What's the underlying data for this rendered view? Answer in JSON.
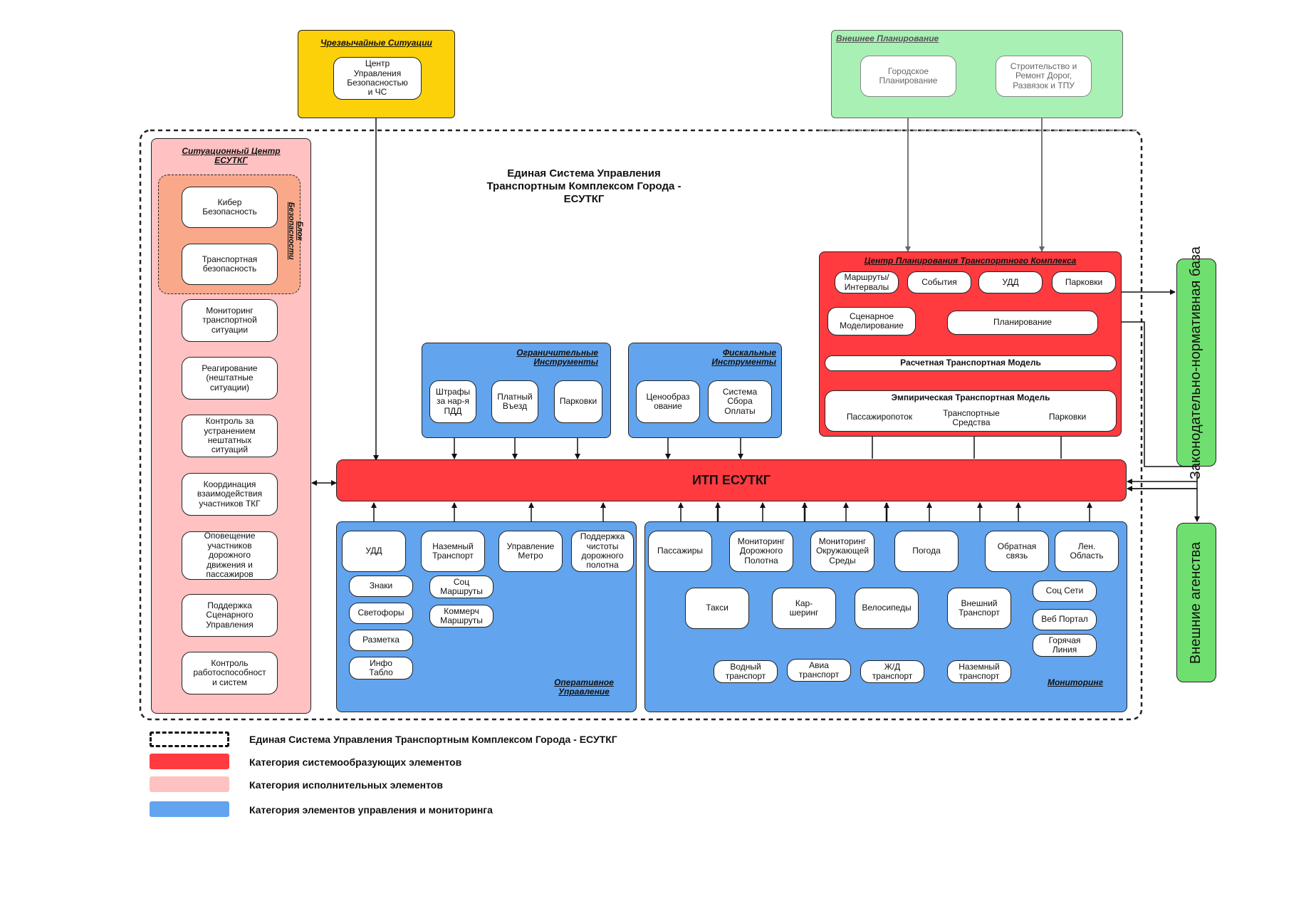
{
  "colors": {
    "red": "#ff3b40",
    "pink": "#ffc1c1",
    "salmon": "#f9a98a",
    "blue": "#62a4ee",
    "yellow": "#fdd10a",
    "green": "#a9f0b4",
    "bright_green": "#6fe06f"
  },
  "emergency": {
    "title": "Чрезвычайные Ситуации",
    "center": "Центр\nУправления\nБезопасностью\nи ЧС"
  },
  "external_planning": {
    "title": "Внешнее Планирование",
    "urban": "Городское\nПланирование",
    "construction": "Строительство и\nРемонт Дорог,\nРазвязок и ТПУ"
  },
  "system_title": "Единая Система Управления\nТранспортным Комплексом Города -\nЕСУТКГ",
  "situation_center": {
    "title": "Ситуационный Центр\nЕСУТКГ",
    "security_block": "Блок\nБезопасности",
    "items": [
      "Кибер\nБезопасность",
      "Транспортная\nбезопасность",
      "Мониторинг\nтранспортной\nситуации",
      "Реагирование\n(нештатные\nситуации)",
      "Контроль за\nустранением\nнештатных\nситуаций",
      "Координация\nвзаимодействия\nучастников ТКГ",
      "Оповещение\nучастников\nдорожного\nдвижения и\nпассажиров",
      "Поддержка\nСценарного\nУправления",
      "Контроль\nработоспособност\nи систем"
    ]
  },
  "restrictive": {
    "title": "Ограничительные\nИнструменты",
    "items": [
      "Штрафы\nза нар-я\nПДД",
      "Платный\nВъезд",
      "Парковки"
    ]
  },
  "fiscal": {
    "title": "Фискальные\nИнструменты",
    "items": [
      "Ценообраз\nование",
      "Система\nСбора\nОплаты"
    ]
  },
  "planning_center": {
    "title": "Центр Планирования Транспортного Комплекса",
    "top": [
      "Маршруты/\nИнтервалы",
      "События",
      "УДД",
      "Парковки"
    ],
    "scenario": "Сценарное\nМоделирование",
    "planning": "Планирование",
    "calc_model": "Расчетная Транспортная Модель",
    "emp_model": "Эмпирическая Транспортная Модель",
    "emp_items": [
      "Пассажиропоток",
      "Транспортные\nСредства",
      "Парковки"
    ]
  },
  "legal_base": "Законодательно-нормативная база",
  "external_agencies": "Внешние агенства",
  "itp": "ИТП ЕСУТКГ",
  "operative": {
    "title": "Оперативное\nУправление",
    "udd": "УДД",
    "udd_sub": [
      "Знаки",
      "Светофоры",
      "Разметка",
      "Инфо\nТабло"
    ],
    "ground": "Наземный\nТранспорт",
    "ground_sub": [
      "Соц\nМаршруты",
      "Коммерч\nМаршруты"
    ],
    "metro": "Управление\nМетро",
    "cleaning": "Поддержка\nчистоты\nдорожного\nполотна"
  },
  "monitoring": {
    "title": "Мониторинг",
    "top": [
      "Пассажиры",
      "Мониторинг\nДорожного\nПолотна",
      "Мониторинг\nОкружающей\nСреды",
      "Погода",
      "Обратная\nсвязь",
      "Лен.\nОбласть"
    ],
    "middle": [
      "Такси",
      "Кар-\nшеринг",
      "Велосипеды",
      "Внешний\nТранспорт"
    ],
    "feedback_sub": [
      "Соц Сети",
      "Веб Портал",
      "Горячая\nЛиния"
    ],
    "external_sub": [
      "Водный\nтранспорт",
      "Авиа\nтранспорт",
      "Ж/Д\nтранспорт",
      "Наземный\nтранспорт"
    ]
  },
  "legend": [
    {
      "label": "Единая Система Управления Транспортным Комплексом Города - ЕСУТКГ"
    },
    {
      "label": "Категория системообразующих элементов"
    },
    {
      "label": "Категория исполнительных элементов"
    },
    {
      "label": "Категория элементов управления и  мониторинга"
    }
  ]
}
